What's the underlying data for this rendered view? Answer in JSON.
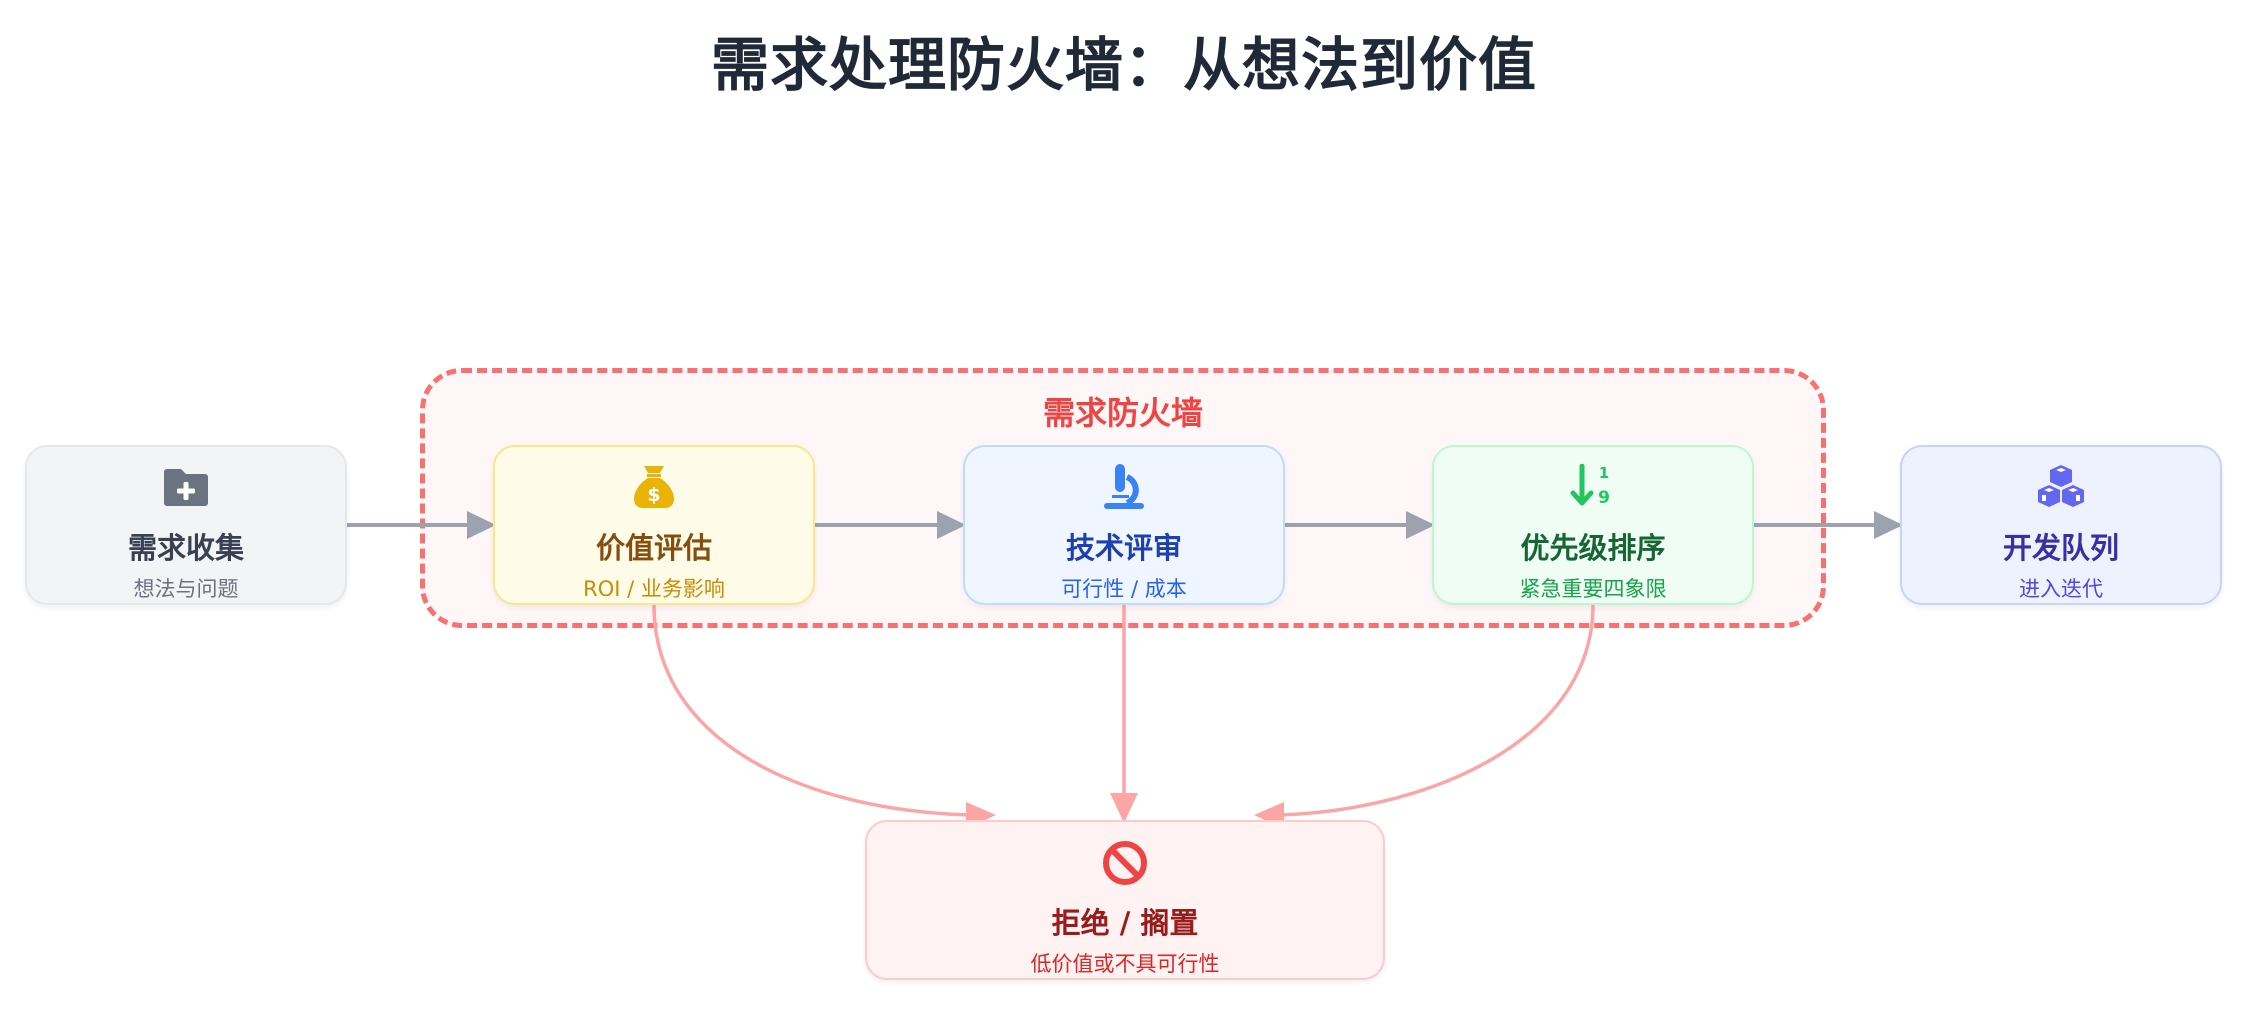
{
  "title": "需求处理防火墙：从想法到价值",
  "firewall": {
    "label": "需求防火墙",
    "color": "#f87171"
  },
  "nodes": {
    "collect": {
      "name": "需求收集",
      "sub": "想法与问题",
      "icon": "folder-plus-icon",
      "color": "#6b7280"
    },
    "value": {
      "name": "价值评估",
      "sub": "ROI / 业务影响",
      "icon": "money-bag-icon",
      "color": "#eab308"
    },
    "tech": {
      "name": "技术评审",
      "sub": "可行性 / 成本",
      "icon": "microscope-icon",
      "color": "#3b82f6"
    },
    "priority": {
      "name": "优先级排序",
      "sub": "紧急重要四象限",
      "icon": "sort-numeric-down-icon",
      "color": "#22c55e"
    },
    "dev": {
      "name": "开发队列",
      "sub": "进入迭代",
      "icon": "cubes-icon",
      "color": "#6366f1"
    },
    "reject": {
      "name": "拒绝 / 搁置",
      "sub": "低价值或不具可行性",
      "icon": "ban-icon",
      "color": "#ef4444"
    }
  },
  "edges": [
    {
      "from": "需求收集",
      "to": "价值评估",
      "type": "flow"
    },
    {
      "from": "价值评估",
      "to": "技术评审",
      "type": "flow"
    },
    {
      "from": "技术评审",
      "to": "优先级排序",
      "type": "flow"
    },
    {
      "from": "优先级排序",
      "to": "开发队列",
      "type": "flow"
    },
    {
      "from": "价值评估",
      "to": "拒绝 / 搁置",
      "type": "reject"
    },
    {
      "from": "技术评审",
      "to": "拒绝 / 搁置",
      "type": "reject"
    },
    {
      "from": "优先级排序",
      "to": "拒绝 / 搁置",
      "type": "reject"
    }
  ],
  "colors": {
    "flow": "#9ca3af",
    "reject": "#fca5a5"
  }
}
